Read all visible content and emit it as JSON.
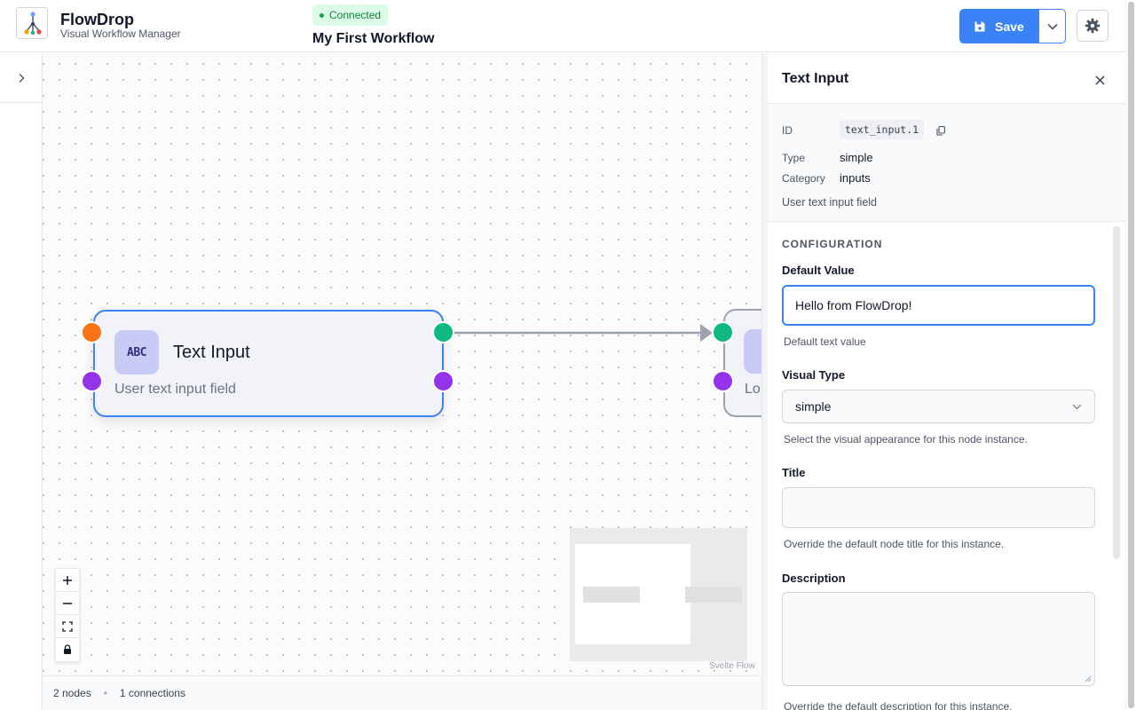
{
  "app": {
    "title": "FlowDrop",
    "subtitle": "Visual Workflow Manager",
    "logo_icon": "workflow-tree-icon"
  },
  "workflow": {
    "status": "Connected",
    "status_color": "#16a34a",
    "name": "My First Workflow"
  },
  "toolbar": {
    "save_label": "Save",
    "accent_color": "#3b82f6"
  },
  "canvas": {
    "nodes": [
      {
        "title": "Text Input",
        "description": "User text input field",
        "icon_text": "ABC",
        "selected": true
      },
      {
        "title": "",
        "description": "Lo",
        "selected": false
      }
    ],
    "attribution": "Svelte Flow",
    "zoom_controls": [
      "zoom-in-icon",
      "zoom-out-icon",
      "fit-view-icon",
      "lock-icon"
    ]
  },
  "status_bar": {
    "nodes_count": "2 nodes",
    "separator": "•",
    "connections_count": "1 connections"
  },
  "panel": {
    "title": "Text Input",
    "id_label": "ID",
    "id_value": "text_input.1",
    "type_label": "Type",
    "type_value": "simple",
    "category_label": "Category",
    "category_value": "inputs",
    "description": "User text input field",
    "config_title": "CONFIGURATION",
    "fields": {
      "default_value": {
        "label": "Default Value",
        "value": "Hello from FlowDrop!",
        "help": "Default text value"
      },
      "visual_type": {
        "label": "Visual Type",
        "value": "simple",
        "help": "Select the visual appearance for this node instance."
      },
      "title": {
        "label": "Title",
        "value": "",
        "help": "Override the default node title for this instance."
      },
      "description": {
        "label": "Description",
        "value": "",
        "help": "Override the default description for this instance."
      }
    }
  }
}
